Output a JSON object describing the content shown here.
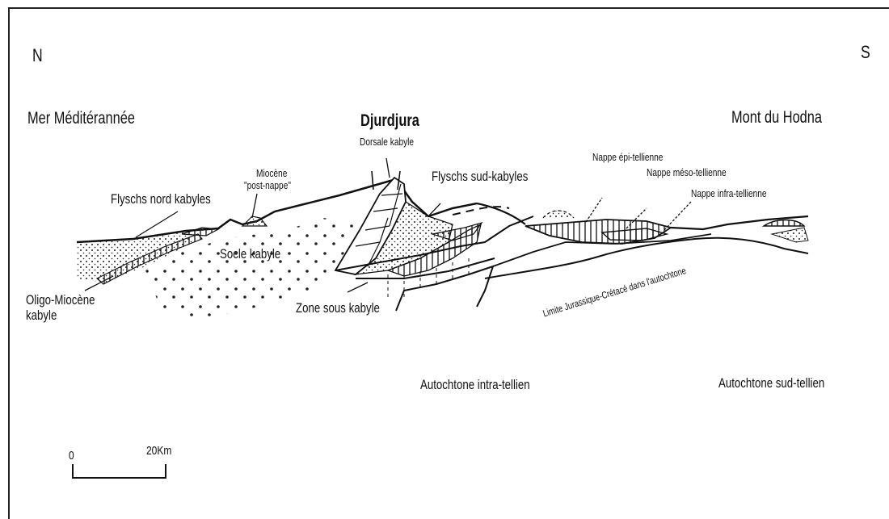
{
  "figure": {
    "orientation": {
      "north": "N",
      "south": "S"
    },
    "regions": {
      "sea": "Mer Méditérannée",
      "massif": "Djurdjura",
      "mount": "Mont du Hodna"
    },
    "units": {
      "dorsale_kabyle": "Dorsale kabyle",
      "miocene_line1": "Miocène",
      "miocene_line2": "\"post-nappe\"",
      "flyschs_nord": "Flyschs nord kabyles",
      "flyschs_sud": "Flyschs sud-kabyles",
      "nappe_epi": "Nappe épi-tellienne",
      "nappe_meso": "Nappe méso-tellienne",
      "nappe_infra": "Nappe infra-tellienne",
      "socle_kabyle": "Socle kabyle",
      "oligo_line1": "Oligo-Miocène",
      "oligo_line2": "kabyle",
      "zone_sous_kabyle": "Zone sous kabyle",
      "limite": "Limite Jurassique-Crétacé dans l'autochtone",
      "autochtone_intra": "Autochtone intra-tellien",
      "autochtone_sud": "Autochtone sud-tellien"
    },
    "scale_bar": {
      "zero": "0",
      "end": "20Km"
    }
  }
}
